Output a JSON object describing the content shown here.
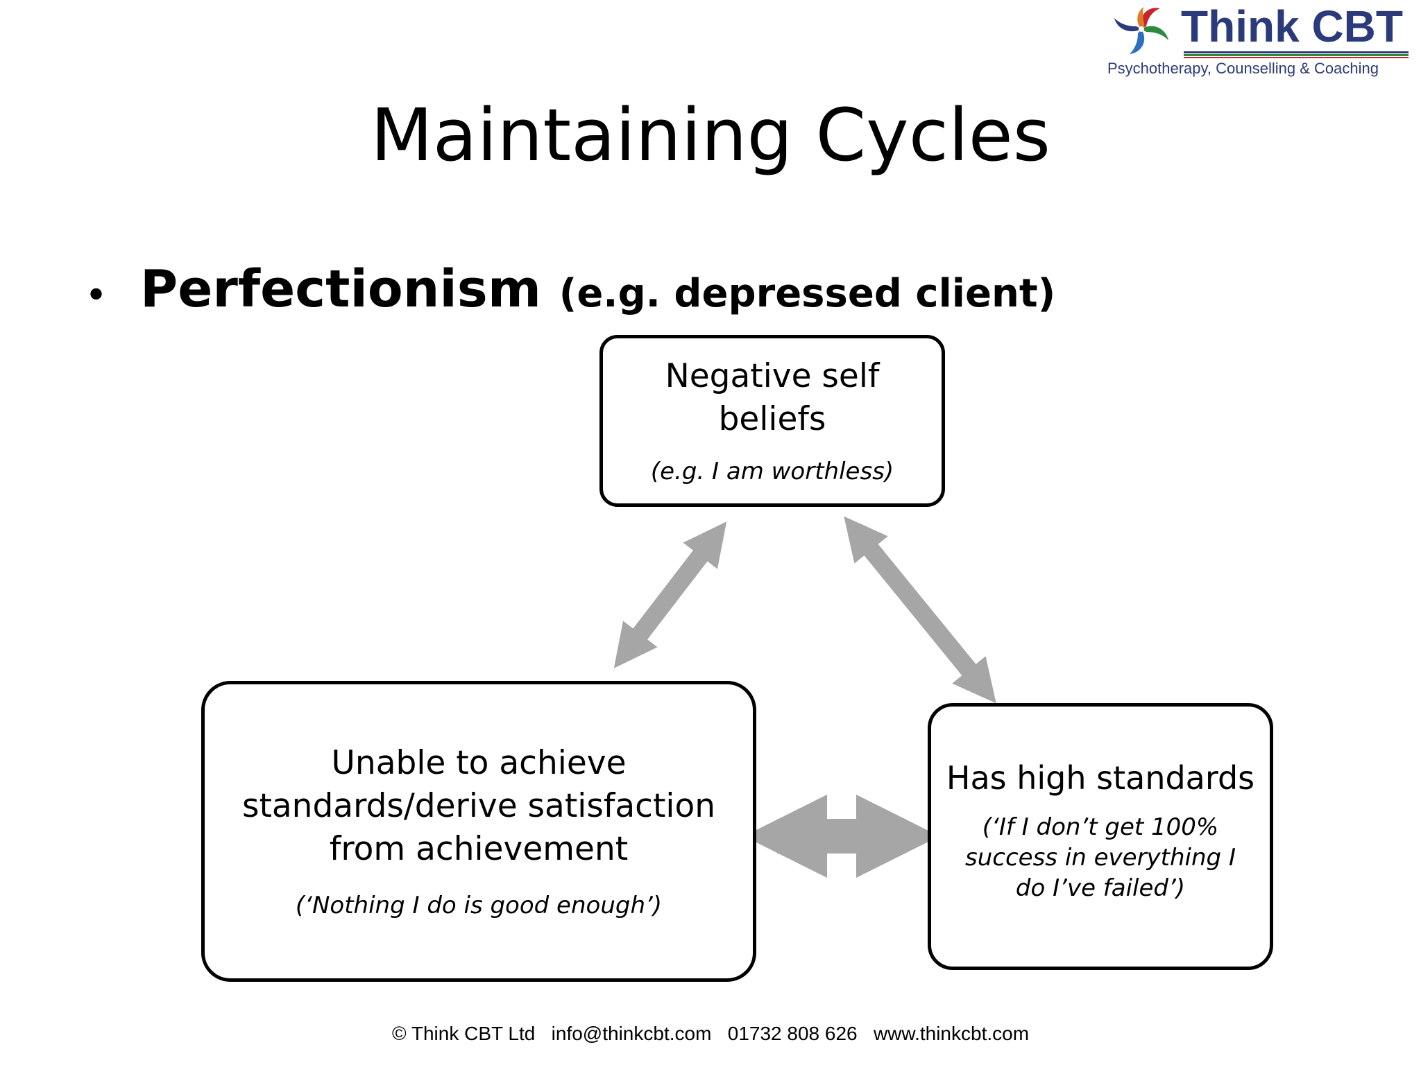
{
  "logo": {
    "name": "Think CBT",
    "tagline": "Psychotherapy, Counselling & Coaching",
    "colors": {
      "navy": "#2b3a7a",
      "green": "#2e8b3e",
      "red": "#c8242b",
      "blue": "#2f6fc0"
    }
  },
  "slide": {
    "title": "Maintaining Cycles",
    "bullet_mark": "•",
    "bullet_main": "Perfectionism",
    "bullet_sub": "(e.g. depressed client)"
  },
  "diagram": {
    "nodes": [
      {
        "id": "negative-self-beliefs",
        "heading": "Negative self beliefs",
        "example": "(e.g. I am worthless)"
      },
      {
        "id": "unable-to-achieve",
        "heading": "Unable to achieve standards/derive satisfaction from achievement",
        "example": "(‘Nothing I do is good enough’)"
      },
      {
        "id": "has-high-standards",
        "heading": "Has high standards",
        "example": "(‘If I don’t get 100% success in everything I do I’ve failed’)"
      }
    ],
    "connectors": [
      {
        "from": "negative-self-beliefs",
        "to": "unable-to-achieve",
        "direction": "both"
      },
      {
        "from": "negative-self-beliefs",
        "to": "has-high-standards",
        "direction": "both"
      },
      {
        "from": "unable-to-achieve",
        "to": "has-high-standards",
        "direction": "both"
      }
    ],
    "arrow_color": "#a6a6a6",
    "box_border_color": "#000000"
  },
  "footer": {
    "copyright": "© Think CBT Ltd",
    "email": "info@thinkcbt.com",
    "phone": "01732 808 626",
    "website": "www.thinkcbt.com"
  }
}
